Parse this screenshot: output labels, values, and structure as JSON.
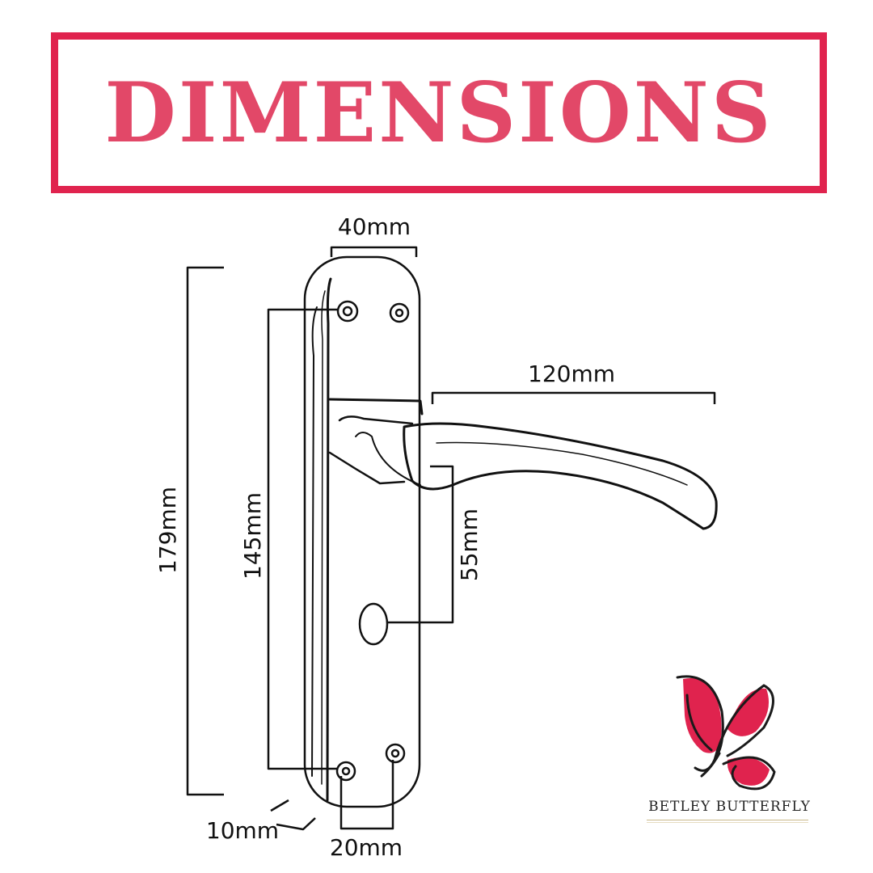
{
  "header": {
    "title": "DIMENSIONS"
  },
  "dimensions": {
    "backplate_width": "40mm",
    "lever_length": "120mm",
    "backplate_height": "179mm",
    "fixing_centres_vertical": "145mm",
    "lever_to_keyhole": "55mm",
    "backplate_depth": "10mm",
    "fixing_centres_horizontal": "20mm"
  },
  "brand": {
    "name": "BETLEY BUTTERFLY"
  },
  "colors": {
    "accent": "#e0234e",
    "title_text": "#e24868",
    "butterfly_fill": "#e0234e",
    "line": "#111111"
  }
}
